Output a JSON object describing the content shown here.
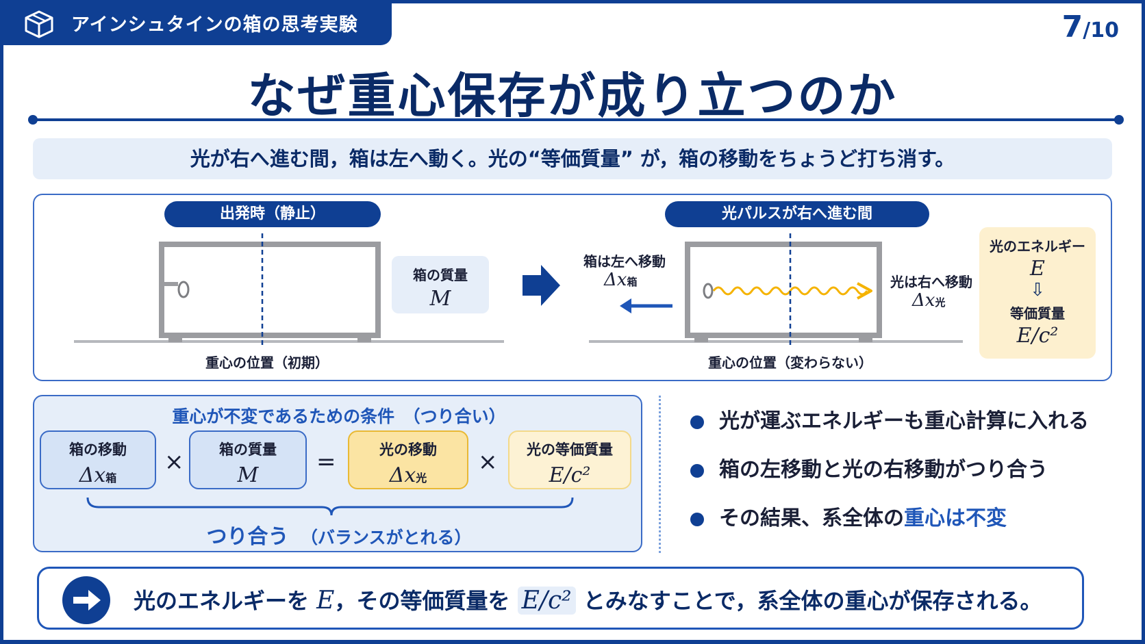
{
  "header": {
    "tag": "アインシュタインの箱の思考実験",
    "page_current": "7",
    "page_total": "/10"
  },
  "title": "なぜ重心保存が成り立つのか",
  "summary": "光が右へ進む間，箱は左へ動く。光の“等価質量” が，箱の移動をちょうど打ち消す。",
  "scene": {
    "left_label": "出発時（静止）",
    "right_label": "光パルスが右へ進む間",
    "box_mass_title": "箱の質量",
    "box_mass_symbol": "M",
    "cog_initial": "重心の位置（初期）",
    "cog_unchanged": "重心の位置（変わらない）",
    "box_move_label": "箱は左へ移動",
    "box_move_symbol": "Δx",
    "box_move_sub": "箱",
    "light_move_label": "光は右へ移動",
    "light_move_symbol": "Δx",
    "light_move_sub": "光",
    "energy_title": "光のエネルギー",
    "energy_symbol": "E",
    "equiv_arrow": "⇩",
    "equiv_title": "等価質量",
    "equiv_symbol": "E/c²"
  },
  "condition": {
    "title": "重心が不変であるための条件　（つり合い）",
    "terms": [
      {
        "label": "箱の移動",
        "symbol": "Δx",
        "sub": "箱"
      },
      {
        "label": "箱の質量",
        "symbol": "M",
        "sub": ""
      },
      {
        "label": "光の移動",
        "symbol": "Δx",
        "sub": "光"
      },
      {
        "label": "光の等価質量",
        "symbol": "E/c²",
        "sub": ""
      }
    ],
    "ops": [
      "×",
      "=",
      "×"
    ],
    "balance": "つり合う",
    "balance_note": "（バランスがとれる）"
  },
  "bullets": [
    {
      "text": "光が運ぶエネルギーも重心計算に入れる",
      "highlight": ""
    },
    {
      "text": "箱の左移動と光の右移動がつり合う",
      "highlight": ""
    },
    {
      "text": "その結果、系全体の",
      "highlight": "重心は不変"
    }
  ],
  "conclusion": {
    "part1": "光のエネルギーを ",
    "sym1": "E",
    "part2": "，その等価質量を ",
    "sym2": "E/c²",
    "part3": " とみなすことで，系全体の重心が保存される。"
  },
  "colors": {
    "navy": "#0f3f93",
    "accent_blue": "#1f56b8",
    "light_blue": "#e6eef9",
    "gold": "#f5b301",
    "pale_gold": "#fdf0cf"
  }
}
